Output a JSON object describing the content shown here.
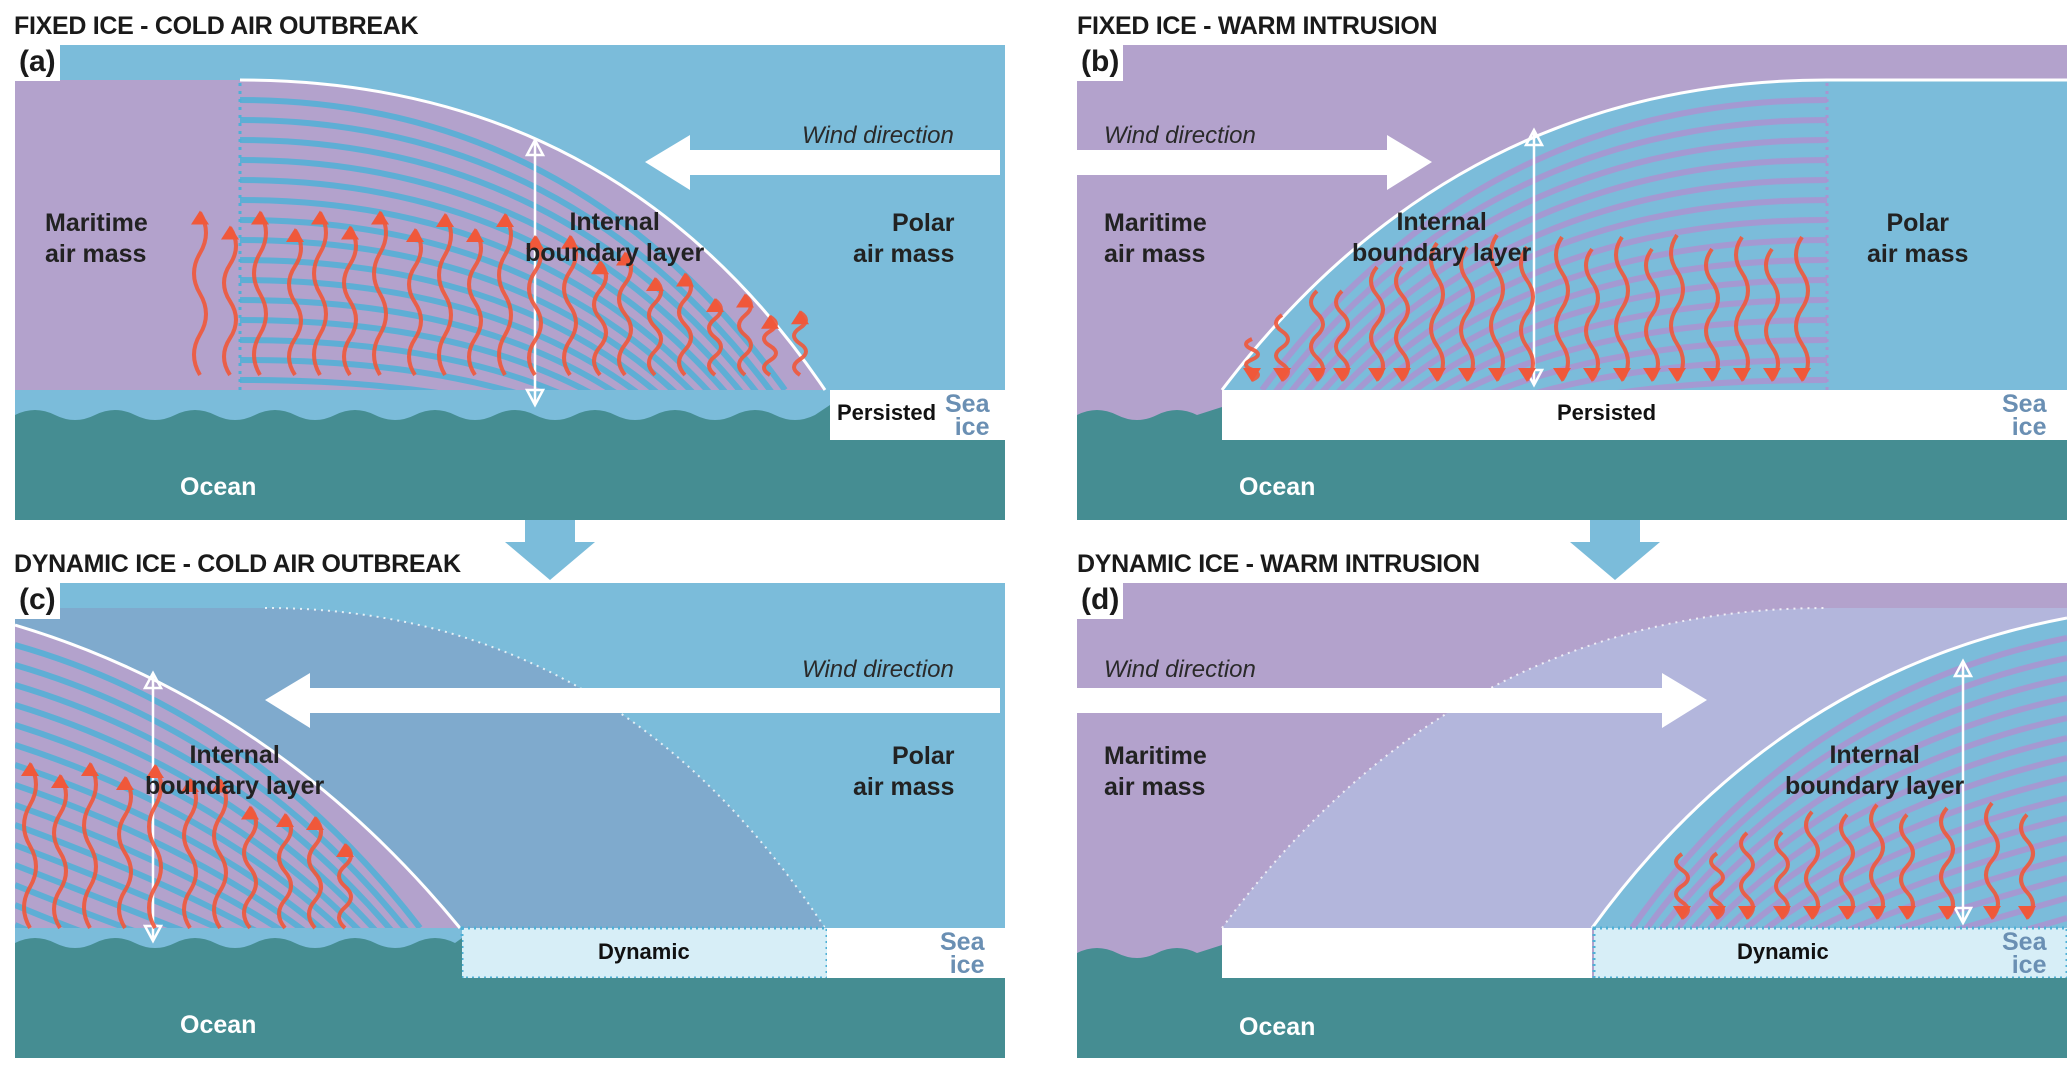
{
  "colors": {
    "polar_air": "#7bbcda",
    "maritime_air": "#b3a2cc",
    "ocean": "#458d92",
    "sea_ice": "#ffffff",
    "dynamic_ice": "#d7eef7",
    "heat_flux_arrow": "#f0583a",
    "sea_ice_text": "#6a8fb3"
  },
  "panels": [
    {
      "id": "a",
      "title": "FIXED ICE - COLD AIR OUTBREAK",
      "label": "(a)",
      "wind_label": "Wind direction",
      "left_air_mass": "Maritime\nair mass",
      "right_air_mass": "Polar\nair mass",
      "boundary_layer_label": "Internal\nboundary layer",
      "ice_label": "Persisted",
      "sea_ice_label": "Sea\nice",
      "ocean_label": "Ocean"
    },
    {
      "id": "b",
      "title": "FIXED ICE - WARM INTRUSION",
      "label": "(b)",
      "wind_label": "Wind direction",
      "left_air_mass": "Maritime\nair mass",
      "right_air_mass": "Polar\nair mass",
      "boundary_layer_label": "Internal\nboundary layer",
      "ice_label": "Persisted",
      "sea_ice_label": "Sea\nice",
      "ocean_label": "Ocean"
    },
    {
      "id": "c",
      "title": "DYNAMIC ICE - COLD AIR OUTBREAK",
      "label": "(c)",
      "wind_label": "Wind direction",
      "right_air_mass": "Polar\nair mass",
      "boundary_layer_label": "Internal\nboundary layer",
      "ice_label": "Dynamic",
      "sea_ice_label": "Sea\nice",
      "ocean_label": "Ocean"
    },
    {
      "id": "d",
      "title": "DYNAMIC ICE - WARM INTRUSION",
      "label": "(d)",
      "wind_label": "Wind direction",
      "left_air_mass": "Maritime\nair mass",
      "boundary_layer_label": "Internal\nboundary layer",
      "ice_label": "Dynamic",
      "sea_ice_label": "Sea\nice",
      "ocean_label": "Ocean"
    }
  ]
}
